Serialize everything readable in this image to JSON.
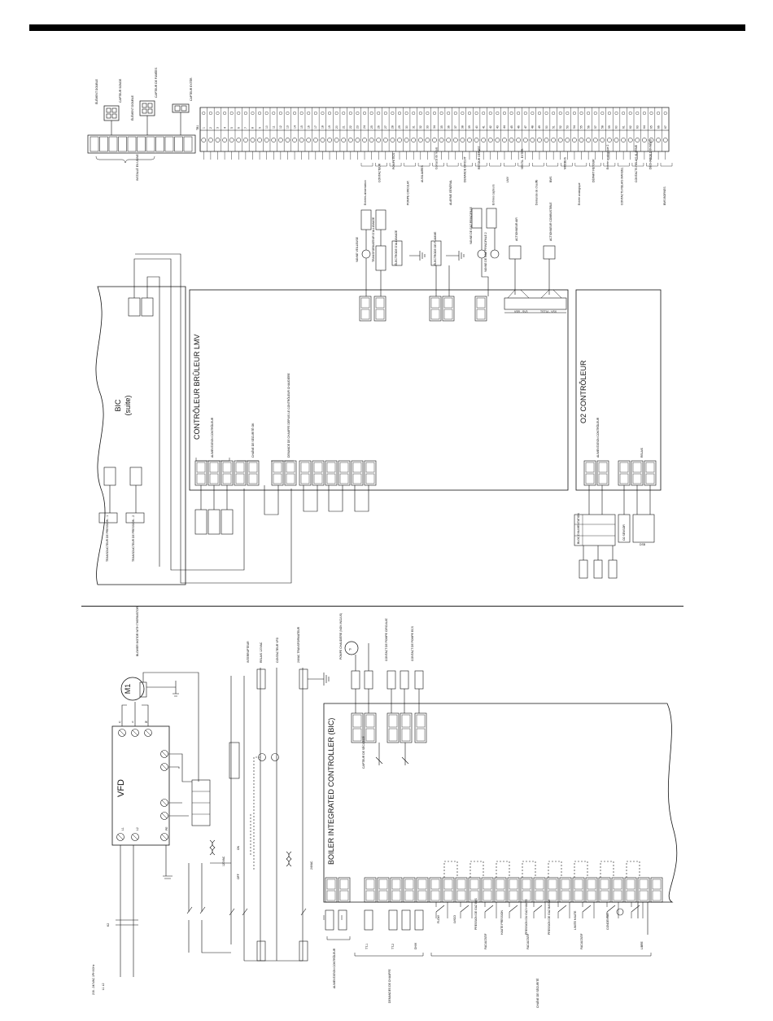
{
  "lmv": {
    "title": "CONTRÔLEUR BRÛLEUR LMV",
    "sections": [
      "ALIMENTATION CONTRÔLEUR",
      "CHAÎNE DE SÉCURITÉ OK",
      "DEMANDE DE CHAUFFE DEPUIS LE CONTRÔLEUR CHAUDIÈRE"
    ]
  },
  "o2": {
    "title": "O2 CONTRÔLEUR",
    "sections": [
      "ALIMENTATION CONTRÔLEUR",
      "RELAIS"
    ],
    "box_label": "BLOC D'ALIMENTATION",
    "sensor": "O2 SENSOR",
    "dsb": "DSB"
  },
  "bic_top": {
    "title": "BIC",
    "subtitle": "(suite)",
    "transducers": [
      "TRANSDUCTEUR DE PRESSION - 1",
      "TRANSDUCTEUR DE PRESSION - 2"
    ]
  },
  "bic": {
    "title": "BOILER INTEGRATED CONTROLLER (BIC)"
  },
  "vfd": {
    "title": "VFD",
    "motor": "M1",
    "motor_label": "BLOWER MOTOR WITH THERMISTOR",
    "terminals_top": [
      "U",
      "V",
      "W"
    ],
    "terminals_bottom": [
      "L1",
      "L2",
      "PE"
    ]
  },
  "top_left": {
    "sensors": [
      "CAPTEUR SONDE",
      "CAPTEUR DE FUMÉES",
      "CAPTEUR EXTÉR."
    ],
    "elements": [
      "ÉLÉMENT DOUBLE",
      "ÉLÉMENT DOUBLE"
    ],
    "install_label": "INSTALLÉ EN USINE"
  },
  "tb_header": "TB1",
  "tb_terminals": [
    "1",
    "2",
    "3",
    "4",
    "5",
    "6",
    "7",
    "8",
    "9",
    "10",
    "11",
    "12",
    "13",
    "14",
    "15",
    "16",
    "17",
    "18",
    "19",
    "20",
    "21",
    "22",
    "23",
    "24",
    "25",
    "26",
    "27",
    "28",
    "29",
    "30",
    "31",
    "32",
    "33",
    "34",
    "35",
    "36",
    "37",
    "38",
    "39",
    "40",
    "41",
    "42",
    "43",
    "44",
    "45",
    "46",
    "47",
    "48",
    "49",
    "50",
    "51",
    "52",
    "53",
    "54",
    "55",
    "56",
    "57",
    "58",
    "59",
    "60",
    "61",
    "62",
    "63",
    "64",
    "65",
    "66",
    "67"
  ],
  "tb_groups": [
    "Entrées alimentation",
    "CONTACTEUR",
    "POMPE ECS",
    "POMPE CIRCULAT.",
    "AUXILIAIRES",
    "Contacts de relais",
    "ALARME GÉNÉRAL",
    "DEMANDE CIRCUIT",
    "RETOUR DÉPART",
    "Entrées capteurs",
    "LMV",
    "VENTIL. EXTÉR.",
    "Demande de chauffe",
    "BMS",
    "MODBUS",
    "Entrée analogique",
    "DÉPART RETOUR",
    "Entrée analogique 2",
    "CONTACTS RELAIS MANUEL",
    "CONTACTS RELAIS ALARME",
    "DÉCHARGE DONNÉES",
    "BMS BORNES"
  ],
  "components": [
    "VANNE VEILLEUSE",
    "TRANSFORMATEUR D'ALLUMAGE",
    "ÉLECTRODE D'ALLUMAGE",
    "ÉLECTRODE DE FLAMME",
    "VANNE DE GAZ PRINCIPALE",
    "VANNE DE GAZ PRINCIPALE 2",
    "ACTIONNEUR AIR",
    "ACTIONNEUR COMBUSTIBLE"
  ],
  "bus_labels": [
    "VSR - SV3",
    "TST14 - VSX"
  ],
  "lower": {
    "main_supply": "208 - 240VAC 1PH 60Hz",
    "l1l2": "L1 L2",
    "k2": "K2",
    "labels": [
      "INTERRUPTEUR",
      "RELAIS 120VAC",
      "CONTACTEUR VFD",
      "24VAC TRANSFORMATEUR",
      "120VAC",
      "24VAC",
      "ON",
      "OFF"
    ],
    "pump": "POMPE CHAUDIÈRE (NON INCLUS)",
    "contacts": [
      "CONTACT DE POMPE CIRCULAT.",
      "CONTACT DE POMPE ECS"
    ],
    "sensor_sec": "CAPTEUR DE SÉCURITÉ",
    "bic_groups": [
      "ALIMENTATION CONTRÔLEUR",
      "DEMANDES DE CHAUFFE",
      "CHAÎNE DE SÉCURITÉ",
      "FACULTATIF",
      "FACULTATIF",
      "FACULTATIF",
      "LIBRE"
    ],
    "tt": [
      "TT-1",
      "TT-2",
      "DHW"
    ],
    "safety": [
      "FLOW",
      "LWCO",
      "PRESSION DE GAZ BAS",
      "HAUTE PRESSION",
      "PRESSION DU GAZ HAUTE",
      "PRESSION DE GAZ BASSE",
      "LIMITE HAUTE",
      "CONDENSAT"
    ]
  }
}
